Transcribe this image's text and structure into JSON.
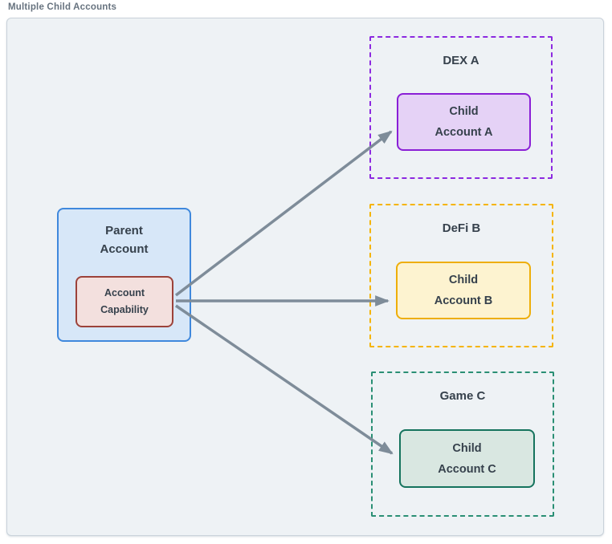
{
  "page": {
    "title": "Multiple Child Accounts"
  },
  "colors": {
    "canvas_bg": "#eef2f5",
    "canvas_border": "#c9d2da",
    "title_text": "#67737f",
    "label_text": "#36414c",
    "arrow": "#7e8c99",
    "parent_fill": "#d7e7f8",
    "parent_border": "#3f88dc",
    "capability_fill": "#f3e0de",
    "capability_border": "#9c423a",
    "dex_accent": "#8c29e0",
    "dex_child_fill": "#e5d2f6",
    "defi_accent": "#f5b400",
    "defi_child_fill": "#fdf3d0",
    "game_accent": "#2a8f74",
    "game_child_border": "#15735d",
    "game_child_fill": "#d9e7e1"
  },
  "diagram": {
    "parent": {
      "label_line1": "Parent",
      "label_line2": "Account",
      "capability_line1": "Account",
      "capability_line2": "Capability"
    },
    "zones": [
      {
        "label": "DEX A",
        "child_line1": "Child",
        "child_line2": "Account A"
      },
      {
        "label": "DeFi B",
        "child_line1": "Child",
        "child_line2": "Account B"
      },
      {
        "label": "Game C",
        "child_line1": "Child",
        "child_line2": "Account C"
      }
    ],
    "connections": [
      {
        "from": "Account Capability",
        "to": "Child Account A"
      },
      {
        "from": "Account Capability",
        "to": "Child Account B"
      },
      {
        "from": "Account Capability",
        "to": "Child Account C"
      }
    ]
  }
}
